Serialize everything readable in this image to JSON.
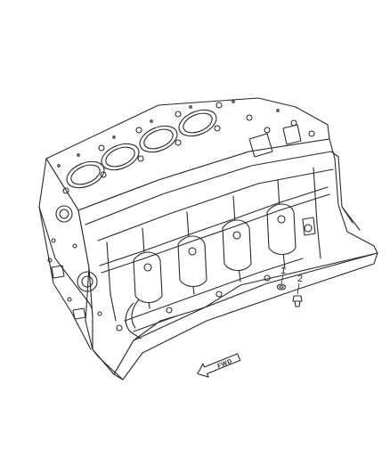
{
  "diagram": {
    "callouts": [
      {
        "id": "1",
        "label": "1"
      },
      {
        "id": "2",
        "label": "2"
      }
    ],
    "direction_arrow": {
      "label": "FWD"
    }
  },
  "colors": {
    "line": "#2a2a2a",
    "fill": "#ffffff",
    "shade": "#e8e8e8"
  }
}
